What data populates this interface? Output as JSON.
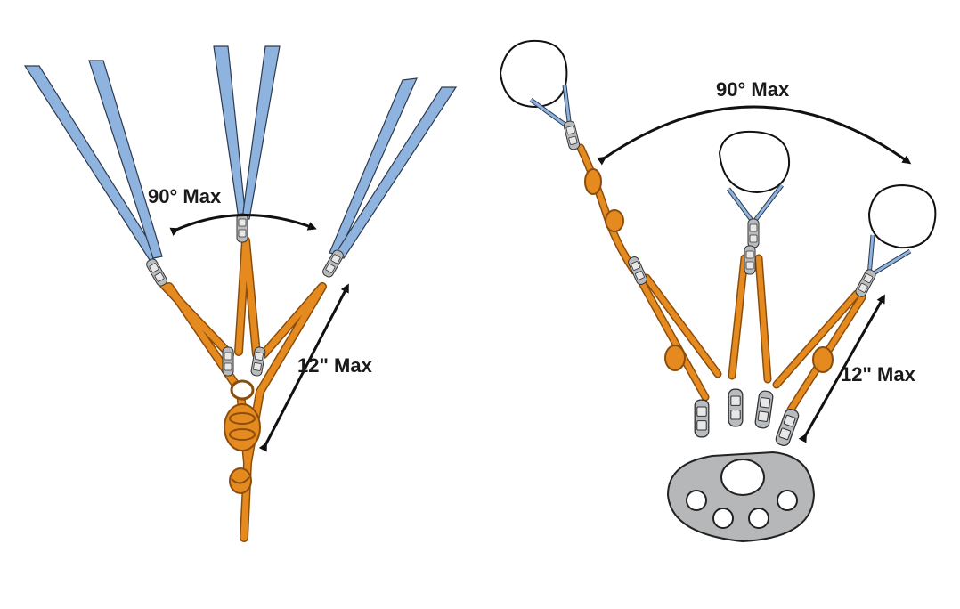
{
  "left_diagram": {
    "angle_label": "90° Max",
    "length_label": "12\" Max"
  },
  "right_diagram": {
    "angle_label": "90° Max",
    "length_label": "12\" Max"
  },
  "colors": {
    "cord": "#e58a1f",
    "sling": "#8fb3df",
    "hardware": "#b9bcbf",
    "plate": "#b5b7b9"
  }
}
